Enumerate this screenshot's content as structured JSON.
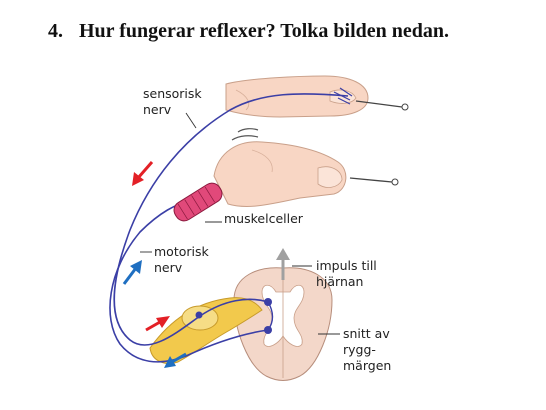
{
  "question": {
    "number": "4.",
    "text": "Hur fungerar reflexer? Tolka bilden nedan."
  },
  "figure": {
    "labels": {
      "sensory_nerve": "sensorisk\nnerv",
      "muscle_cells": "muskelceller",
      "motor_nerve": "motorisk\nnerv",
      "impulse_to_brain": "impuls till\nhjärnan",
      "spinal_cord_section": "snitt av\nrygg-\nmärgen"
    },
    "colors": {
      "nerve": "#3b3fa6",
      "skin": "#f8d6c4",
      "muscle": "#e1497a",
      "ganglion": "#f2c94c",
      "spinal_cord": "#f3d7c9",
      "red_arrow": "#e32026",
      "blue_arrow": "#1f6fc1",
      "impulse_arrow": "#a0a0a0"
    }
  }
}
